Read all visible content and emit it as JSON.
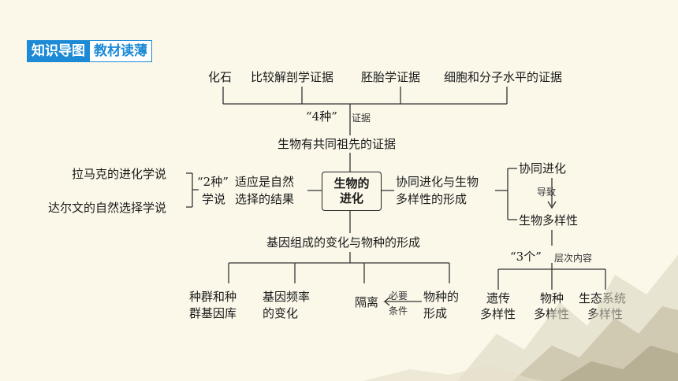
{
  "header": {
    "tag_primary": "知识导图",
    "tag_secondary": "教材读薄"
  },
  "evidence": {
    "items": [
      "化石",
      "比较解剖学证据",
      "胚胎学证据",
      "细胞和分子水平的证据"
    ],
    "count_label": "“4种”",
    "type_label": "证据",
    "summary": "生物有共同祖先的证据"
  },
  "center": {
    "line1": "生物的",
    "line2": "进化"
  },
  "theories": {
    "items": [
      "拉马克的进化学说",
      "达尔文的自然选择学说"
    ],
    "count_label": "“2种”",
    "type_label": "学说",
    "conclusion_line1": "适应是自然",
    "conclusion_line2": "选择的结果"
  },
  "coevolution": {
    "line1": "协同进化与生物",
    "line2": "多样性的形成",
    "top": "协同进化",
    "arrow_label": "导致",
    "bottom": "生物多样性",
    "count_label": "“3个”",
    "level_label": "层次内容",
    "levels": [
      {
        "line1": "遗传",
        "line2": "多样性"
      },
      {
        "line1": "物种",
        "line2": "多样性"
      },
      {
        "line1": "生态系统",
        "line2": "多样性"
      }
    ]
  },
  "species": {
    "title": "基因组成的变化与物种的形成",
    "pool_line1": "种群和种",
    "pool_line2": "群基因库",
    "freq_line1": "基因频率",
    "freq_line2": "的变化",
    "isolation": "隔离",
    "required_top": "必要",
    "required_bottom": "条件",
    "formation_line1": "物种的",
    "formation_line2": "形成"
  }
}
